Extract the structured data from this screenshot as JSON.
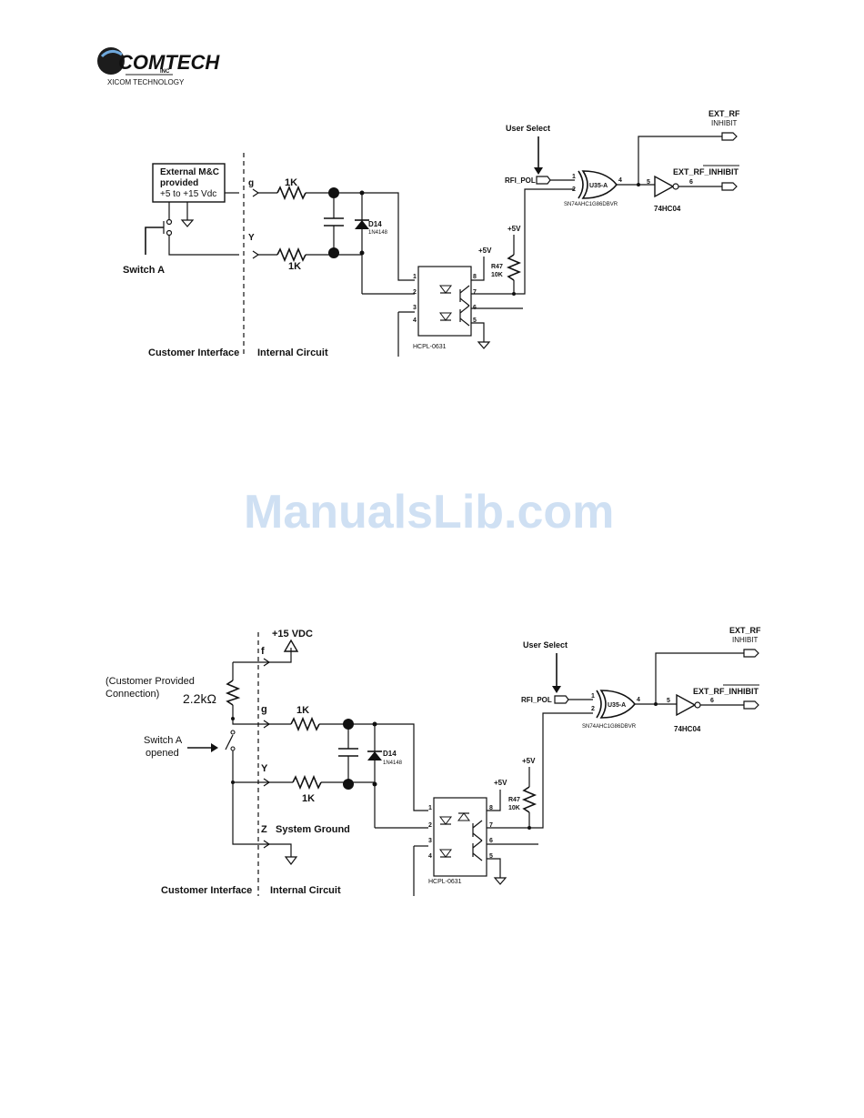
{
  "logo": {
    "brand": "COMTECH",
    "sub": "XICOM TECHNOLOGY",
    "inc": "INC"
  },
  "watermark": "ManualsLib.com",
  "diagram1": {
    "ext_box": [
      "External M&C",
      "provided",
      "+5 to +15 Vdc"
    ],
    "switch_label": "Switch A",
    "pin_g": "g",
    "pin_y": "Y",
    "r1": "1K",
    "r2": "1K",
    "diode": "D14",
    "diode_part": "1N4148",
    "customer_interface": "Customer Interface",
    "internal_circuit": "Internal Circuit",
    "opto": "HCPL-0631",
    "pins": [
      "1",
      "2",
      "3",
      "4",
      "5",
      "6",
      "7",
      "8"
    ],
    "vplus1": "+5V",
    "vplus2": "+5V",
    "r47": "R47",
    "r47v": "10K",
    "user_select": "User Select",
    "rfi": "RFI_POL",
    "gate": "U35-A",
    "gate_part": "SN74AHC1G86DBVR",
    "gate_p1": "1",
    "gate_p2": "2",
    "gate_p4": "4",
    "inv_p5": "5",
    "inv_p6": "6",
    "inverter": "74HC04",
    "ext1": "EXT_RF",
    "ext1b": "INHIBIT",
    "ext2": "EXT_RF_INHIBIT"
  },
  "diagram2": {
    "vdc": "+15 VDC",
    "pin_f": "f",
    "pin_g": "g",
    "pin_y": "Y",
    "pin_z": "Z",
    "sys_ground": "System Ground",
    "cust_conn_1": "(Customer Provided",
    "cust_conn_2": "Connection)",
    "res_val": "2.2kΩ",
    "switch_1": "Switch A",
    "switch_2": "opened",
    "r1": "1K",
    "r2": "1K",
    "diode": "D14",
    "diode_part": "1N4148",
    "customer_interface": "Customer Interface",
    "internal_circuit": "Internal Circuit",
    "opto": "HCPL-0631",
    "pins": [
      "1",
      "2",
      "3",
      "4",
      "5",
      "6",
      "7",
      "8"
    ],
    "vplus1": "+5V",
    "vplus2": "+5V",
    "r47": "R47",
    "r47v": "10K",
    "user_select": "User Select",
    "rfi": "RFI_POL",
    "gate": "U35-A",
    "gate_part": "SN74AHC1G86DBVR",
    "gate_p1": "1",
    "gate_p2": "2",
    "gate_p4": "4",
    "inv_p5": "5",
    "inv_p6": "6",
    "inverter": "74HC04",
    "ext1": "EXT_RF",
    "ext1b": "INHIBIT",
    "ext2": "EXT_RF_INHIBIT"
  }
}
